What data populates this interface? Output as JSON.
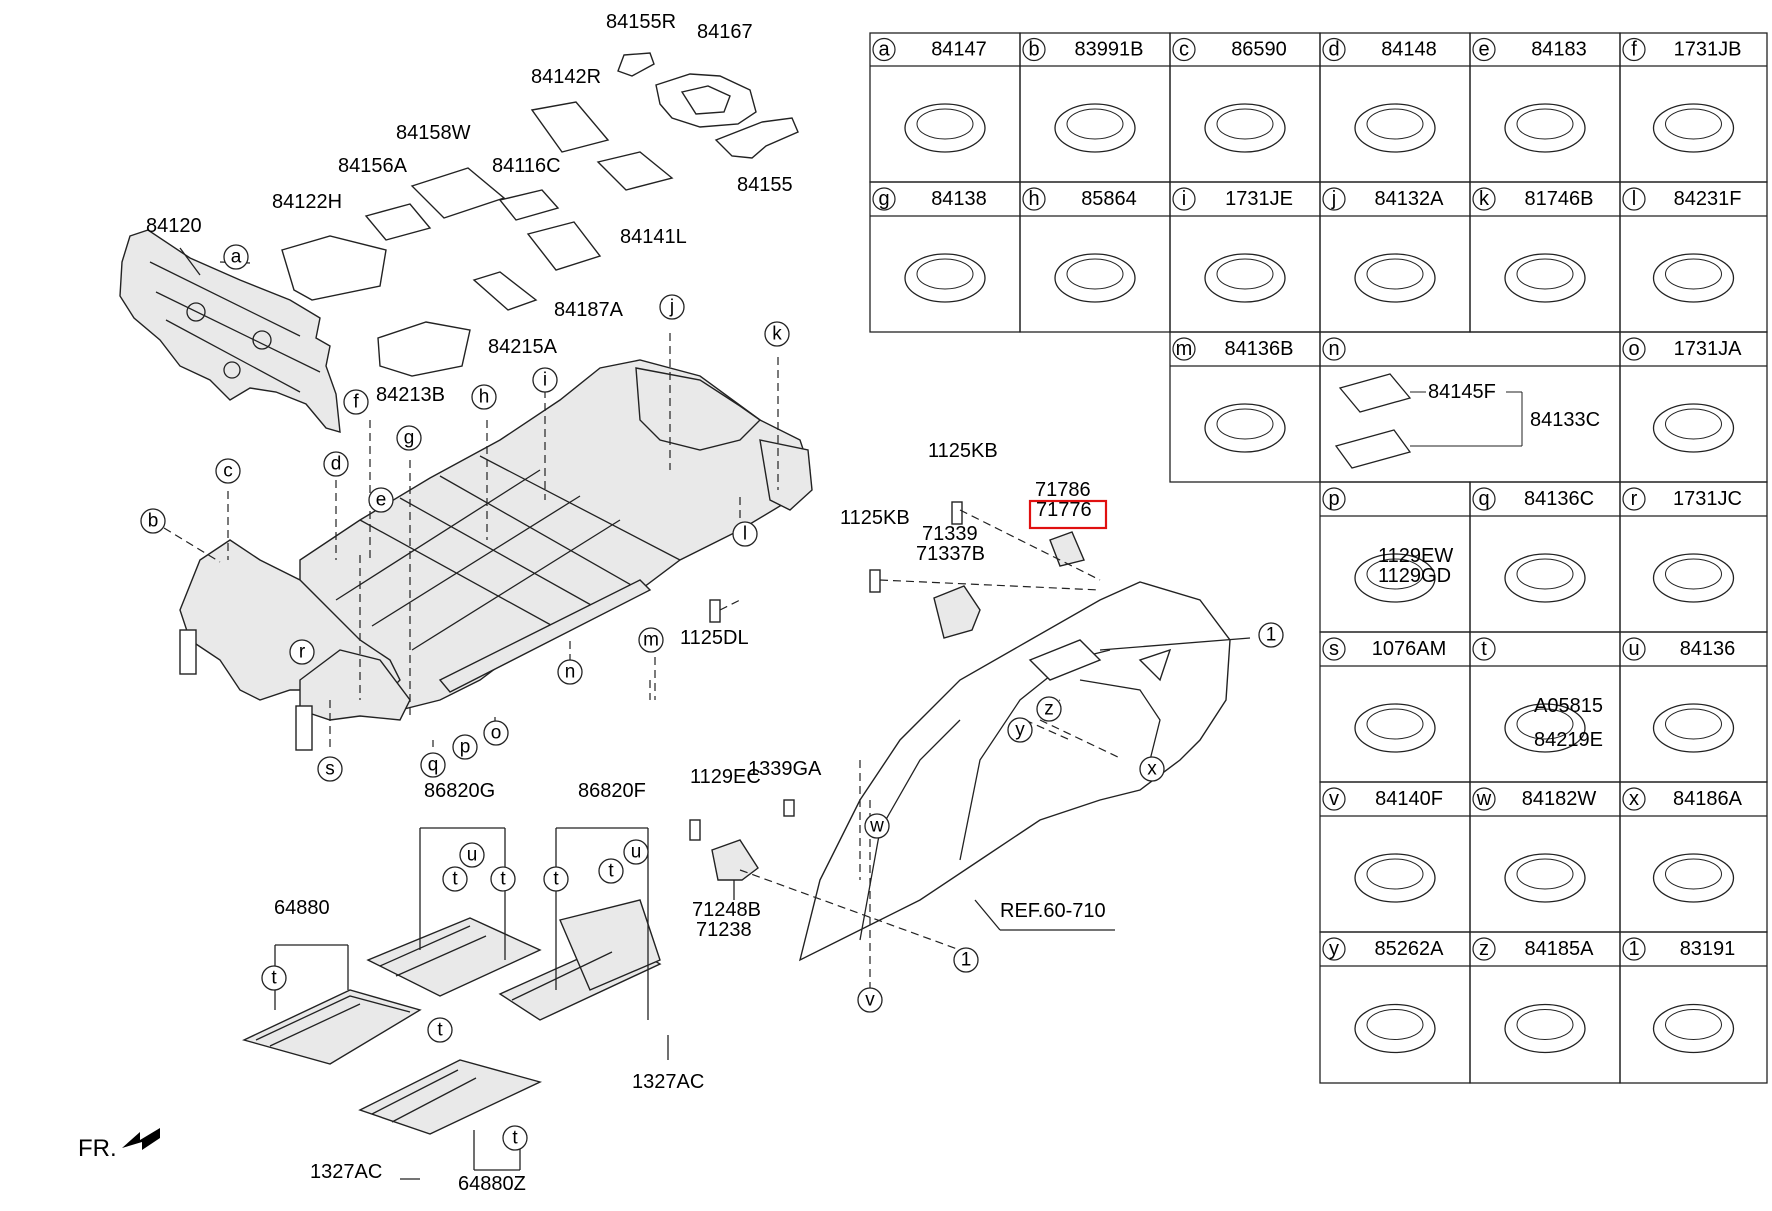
{
  "labels": {
    "p84155R": "84155R",
    "p84167": "84167",
    "p84142R": "84142R",
    "p84158W": "84158W",
    "p84156A": "84156A",
    "p84116C": "84116C",
    "p84155": "84155",
    "p84122H": "84122H",
    "p84120": "84120",
    "p84141L": "84141L",
    "p84187A": "84187A",
    "p84215A": "84215A",
    "p84213B": "84213B",
    "p1125DL": "1125DL",
    "p1125KB_a": "1125KB",
    "p1125KB_b": "1125KB",
    "p71786": "71786",
    "p71776": "71776",
    "p71339": "71339",
    "p71337B": "71337B",
    "p86820G": "86820G",
    "p86820F": "86820F",
    "p1129EC": "1129EC",
    "p1339GA": "1339GA",
    "p64880": "64880",
    "p71248B": "71248B",
    "p71238": "71238",
    "pREF": "REF.60-710",
    "p1327AC_a": "1327AC",
    "p1327AC_b": "1327AC",
    "p64880Z": "64880Z",
    "fr": "FR."
  },
  "callouts": [
    "a",
    "b",
    "c",
    "d",
    "e",
    "f",
    "g",
    "h",
    "i",
    "j",
    "k",
    "l",
    "m",
    "n",
    "o",
    "p",
    "q",
    "r",
    "s",
    "t",
    "u",
    "v",
    "w",
    "x",
    "y",
    "z",
    "1"
  ],
  "legend": [
    {
      "letter": "a",
      "code": "84147"
    },
    {
      "letter": "b",
      "code": "83991B"
    },
    {
      "letter": "c",
      "code": "86590"
    },
    {
      "letter": "d",
      "code": "84148"
    },
    {
      "letter": "e",
      "code": "84183"
    },
    {
      "letter": "f",
      "code": "1731JB"
    },
    {
      "letter": "g",
      "code": "84138"
    },
    {
      "letter": "h",
      "code": "85864"
    },
    {
      "letter": "i",
      "code": "1731JE"
    },
    {
      "letter": "j",
      "code": "84132A"
    },
    {
      "letter": "k",
      "code": "81746B"
    },
    {
      "letter": "l",
      "code": "84231F"
    },
    {
      "letter": "m",
      "code": "84136B"
    },
    {
      "letter": "n",
      "code": ""
    },
    {
      "letter": "o",
      "code": "1731JA"
    },
    {
      "letter": "p",
      "code": ""
    },
    {
      "letter": "q",
      "code": "84136C"
    },
    {
      "letter": "r",
      "code": "1731JC"
    },
    {
      "letter": "s",
      "code": "1076AM"
    },
    {
      "letter": "t",
      "code": ""
    },
    {
      "letter": "u",
      "code": "84136"
    },
    {
      "letter": "v",
      "code": "84140F"
    },
    {
      "letter": "w",
      "code": "84182W"
    },
    {
      "letter": "x",
      "code": "84186A"
    },
    {
      "letter": "y",
      "code": "85262A"
    },
    {
      "letter": "z",
      "code": "84185A"
    },
    {
      "letter": "1",
      "code": "83191"
    }
  ],
  "legend_sub": {
    "n_a": "84145F",
    "n_b": "84133C",
    "p_a": "1129EW",
    "p_b": "1129GD",
    "t_a": "A05815",
    "t_b": "84219E"
  },
  "highlight": "71776"
}
